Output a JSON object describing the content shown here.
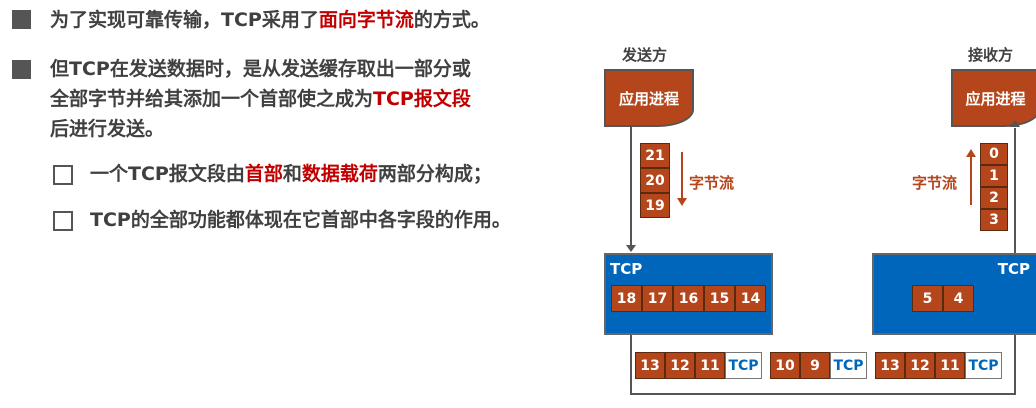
{
  "bullets": [
    {
      "parts": [
        "为了实现可靠传输，TCP采用了",
        "面向字节流",
        "的方式。"
      ]
    },
    {
      "lines": [
        "但TCP在发送数据时，是从发送缓存取出一部分或",
        "全部字节并给其添加一个首部使之成为",
        "TCP报文段",
        "后进行发送。"
      ]
    }
  ],
  "sub_bullets": [
    {
      "parts": [
        "一个TCP报文段由",
        "首部",
        "和",
        "数据载荷",
        "两部分构成；"
      ]
    },
    {
      "parts": [
        "TCP的全部功能都体现在它首部中各字段的作用。"
      ]
    }
  ],
  "diagram": {
    "sender_label": "发送方",
    "receiver_label": "接收方",
    "app_process": "应用进程",
    "byte_stream": "字节流",
    "tcp": "TCP",
    "sender_stack": [
      "21",
      "20",
      "19"
    ],
    "receiver_stack": [
      "0",
      "1",
      "2",
      "3"
    ],
    "sender_buffer": [
      "18",
      "17",
      "16",
      "15",
      "14"
    ],
    "receiver_buffer": [
      "5",
      "4"
    ],
    "segments": [
      [
        "13",
        "12",
        "11"
      ],
      [
        "10",
        "9"
      ],
      [
        "13",
        "12",
        "11"
      ]
    ],
    "colors": {
      "byte": "#b5451b",
      "tcp": "#0066bb",
      "highlight": "#c00000"
    }
  }
}
